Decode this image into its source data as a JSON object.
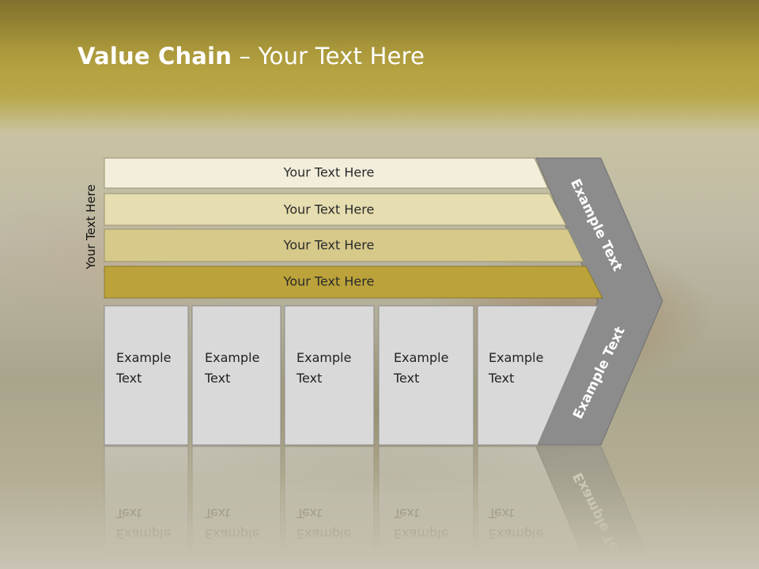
{
  "title": {
    "bold": "Value Chain",
    "rest": " – Your Text Here"
  },
  "side_label": "Your Text Here",
  "bars": [
    {
      "label": "Your Text Here",
      "color": "#f3eedc"
    },
    {
      "label": "Your Text Here",
      "color": "#e6ddb0"
    },
    {
      "label": "Your Text Here",
      "color": "#d6c98a"
    },
    {
      "label": "Your Text Here",
      "color": "#bba23a"
    }
  ],
  "boxes": [
    {
      "line1": "Example",
      "line2": "Text"
    },
    {
      "line1": "Example",
      "line2": "Text"
    },
    {
      "line1": "Example",
      "line2": "Text"
    },
    {
      "line1": "Example",
      "line2": "Text"
    },
    {
      "line1": "Example",
      "line2": "Text"
    }
  ],
  "chevron": {
    "upper_label": "Example Text",
    "lower_label": "Example Text",
    "color": "#8c8c8c"
  },
  "colors": {
    "box_fill": "#d9d9d9",
    "box_stroke": "#8a8a8a"
  }
}
